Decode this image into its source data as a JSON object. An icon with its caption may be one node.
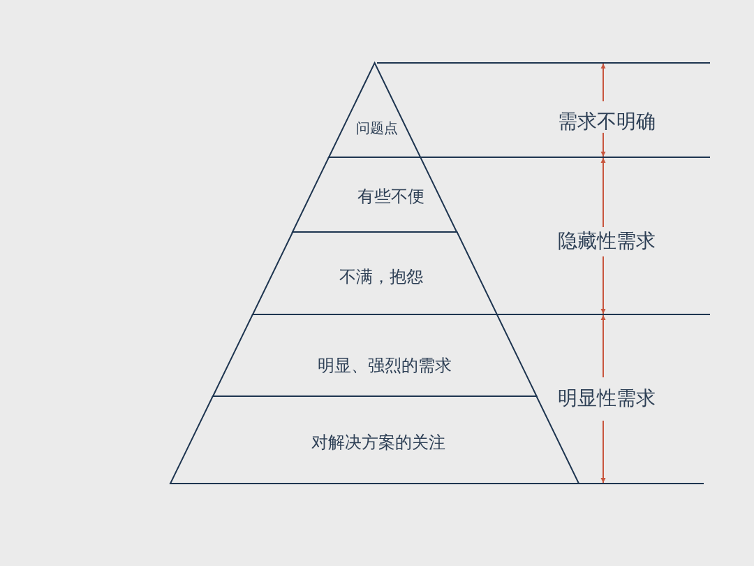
{
  "diagram": {
    "nodes": [
      {
        "text": [
          "问题点"
        ]
      },
      {
        "text": [
          "有些不便"
        ]
      },
      {
        "text": [
          "不满，抱怨"
        ]
      },
      {
        "text": [
          "明显、强烈的需求"
        ]
      },
      {
        "text": [
          "对解决方案的关注"
        ]
      }
    ],
    "labels": [
      "需求不明确",
      "隐藏性需求",
      "明显性需求"
    ]
  }
}
